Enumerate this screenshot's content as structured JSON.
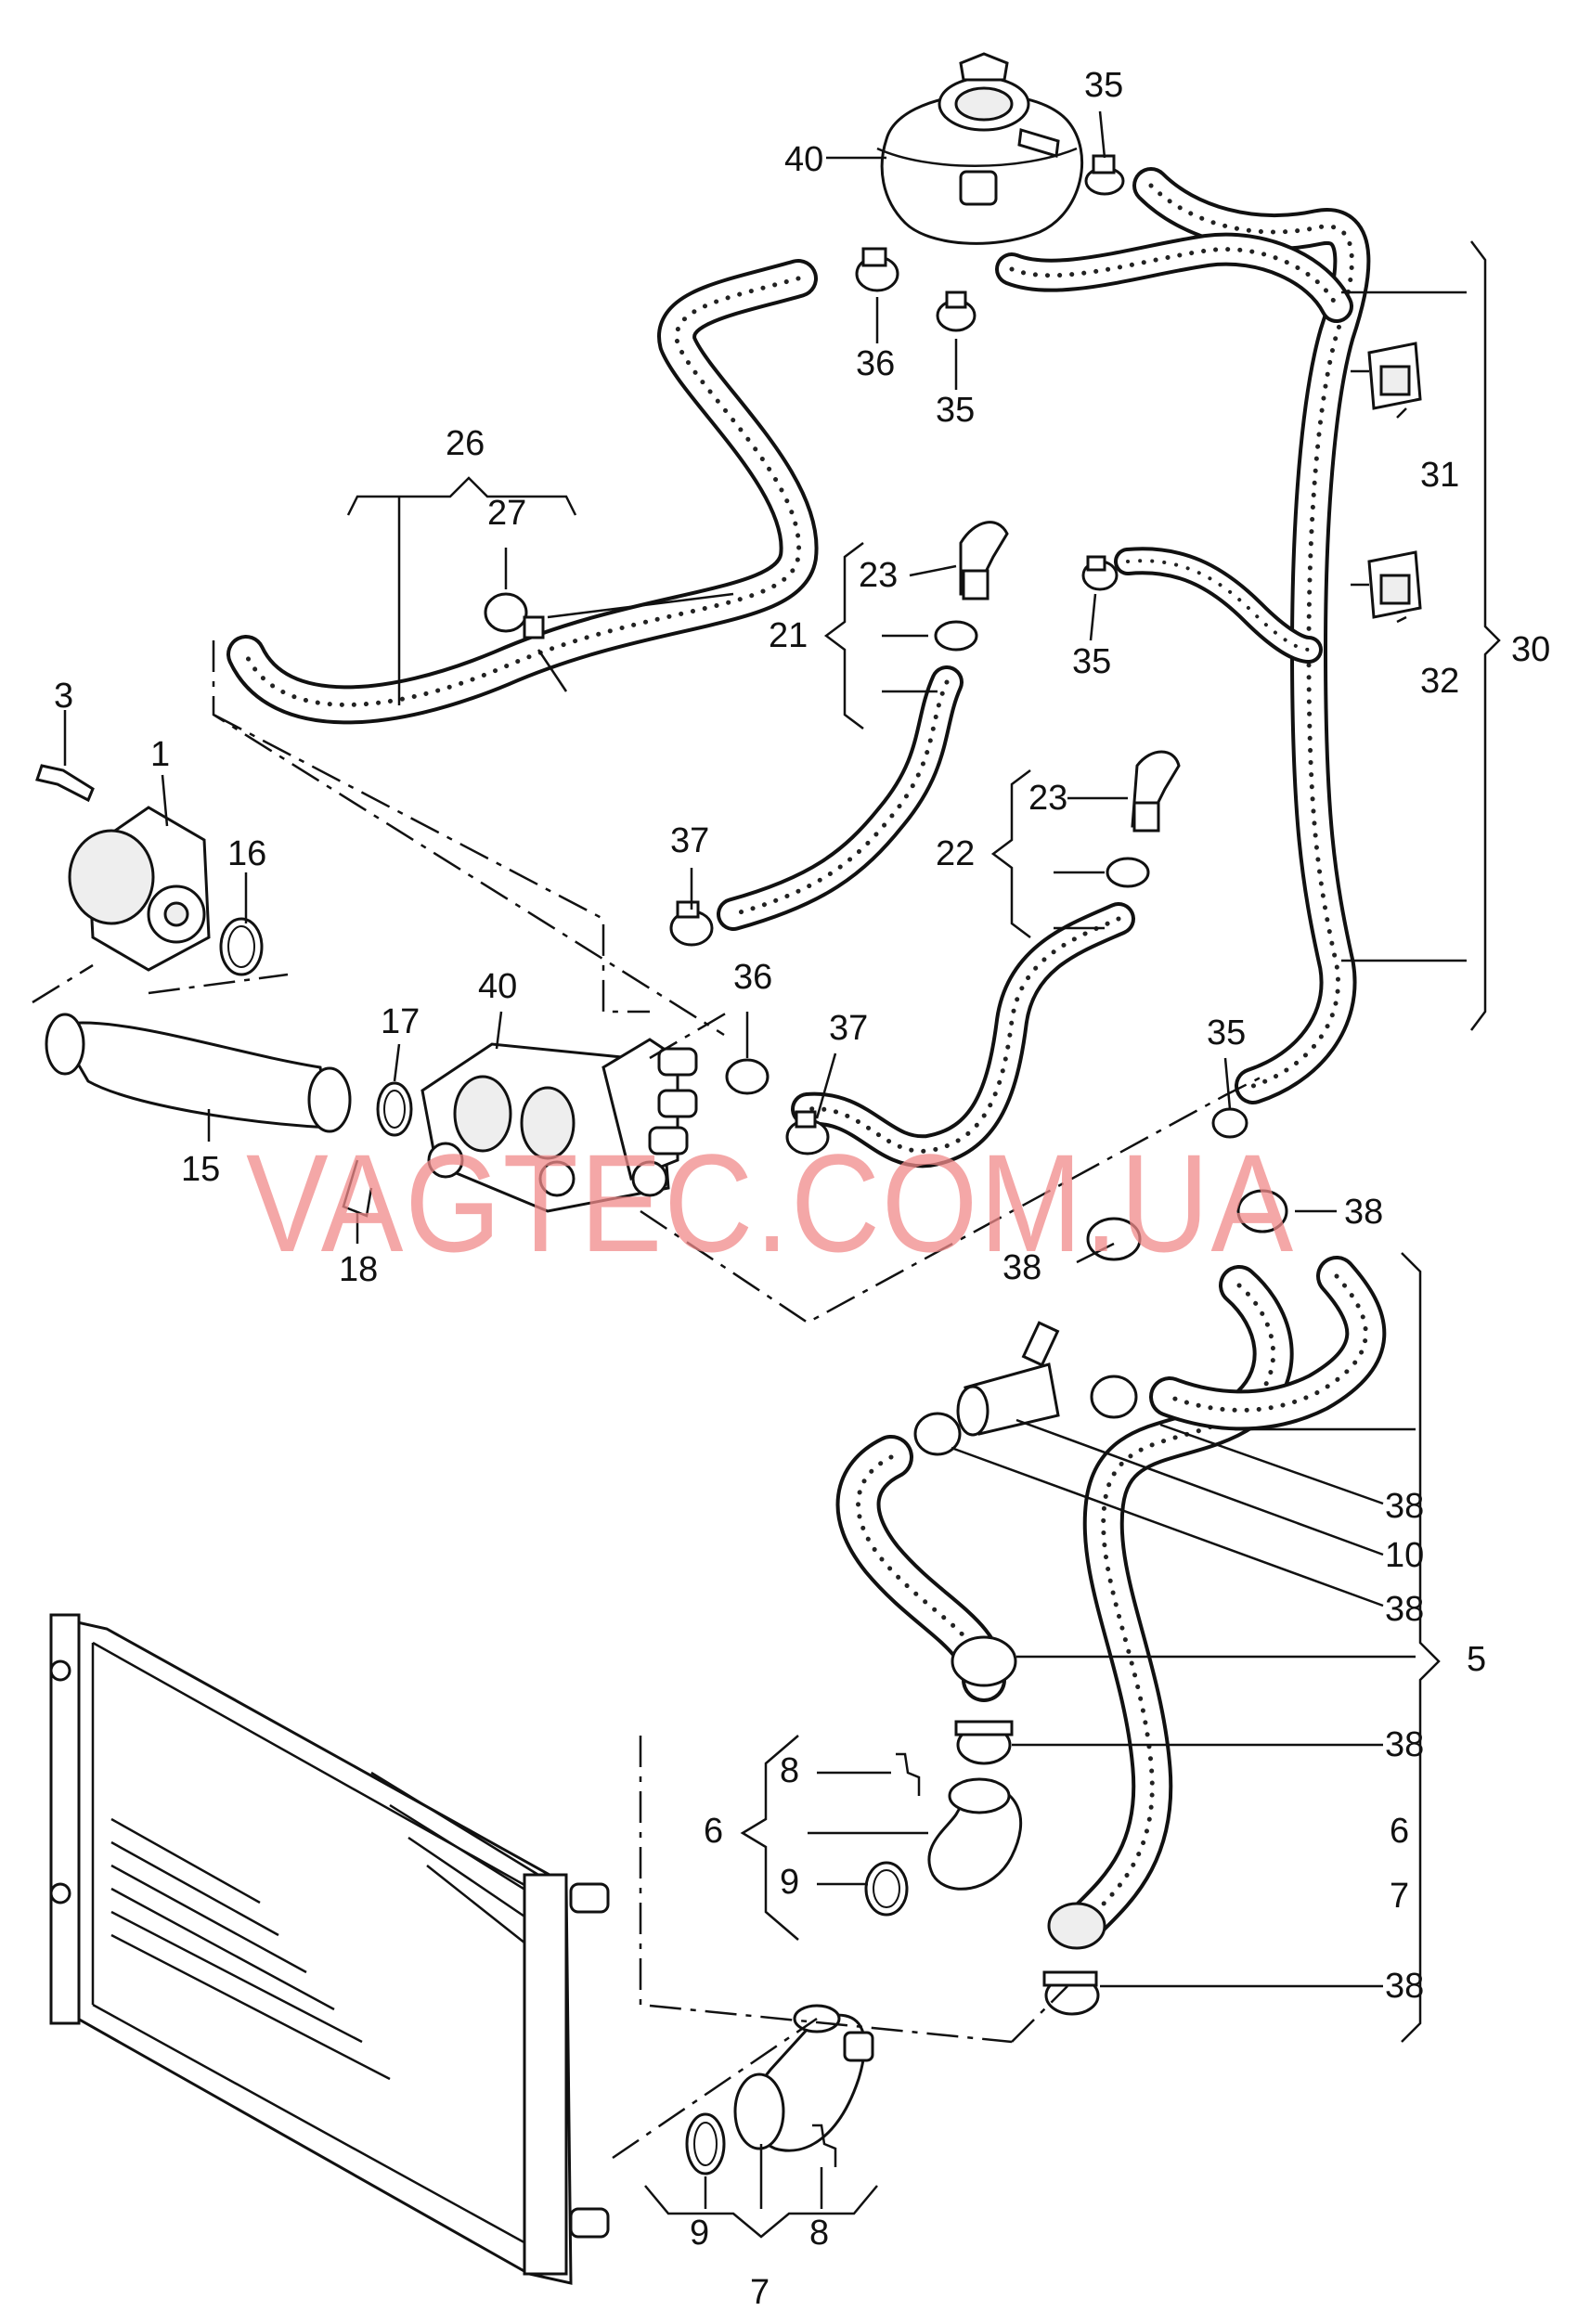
{
  "watermark": "VAGTEC.COM.UA",
  "callouts": {
    "c1": "1",
    "c3": "3",
    "c15": "15",
    "c16": "16",
    "c17": "17",
    "c18": "18",
    "c40a": "40",
    "c40b": "40",
    "c35a": "35",
    "c35b": "35",
    "c35c": "35",
    "c35d": "35",
    "c36a": "36",
    "c36b": "36",
    "c26": "26",
    "c27": "27",
    "c21": "21",
    "c22": "22",
    "c23a": "23",
    "c23b": "23",
    "c37a": "37",
    "c37b": "37",
    "c31": "31",
    "c32": "32",
    "c30": "30",
    "c38a": "38",
    "c38b": "38",
    "c38c": "38",
    "c38d": "38",
    "c38e": "38",
    "c38f": "38",
    "c10": "10",
    "c5": "5",
    "c6a": "6",
    "c6b": "6",
    "c7a": "7",
    "c7b": "7",
    "c8a": "8",
    "c8b": "8",
    "c9a": "9",
    "c9b": "9"
  }
}
